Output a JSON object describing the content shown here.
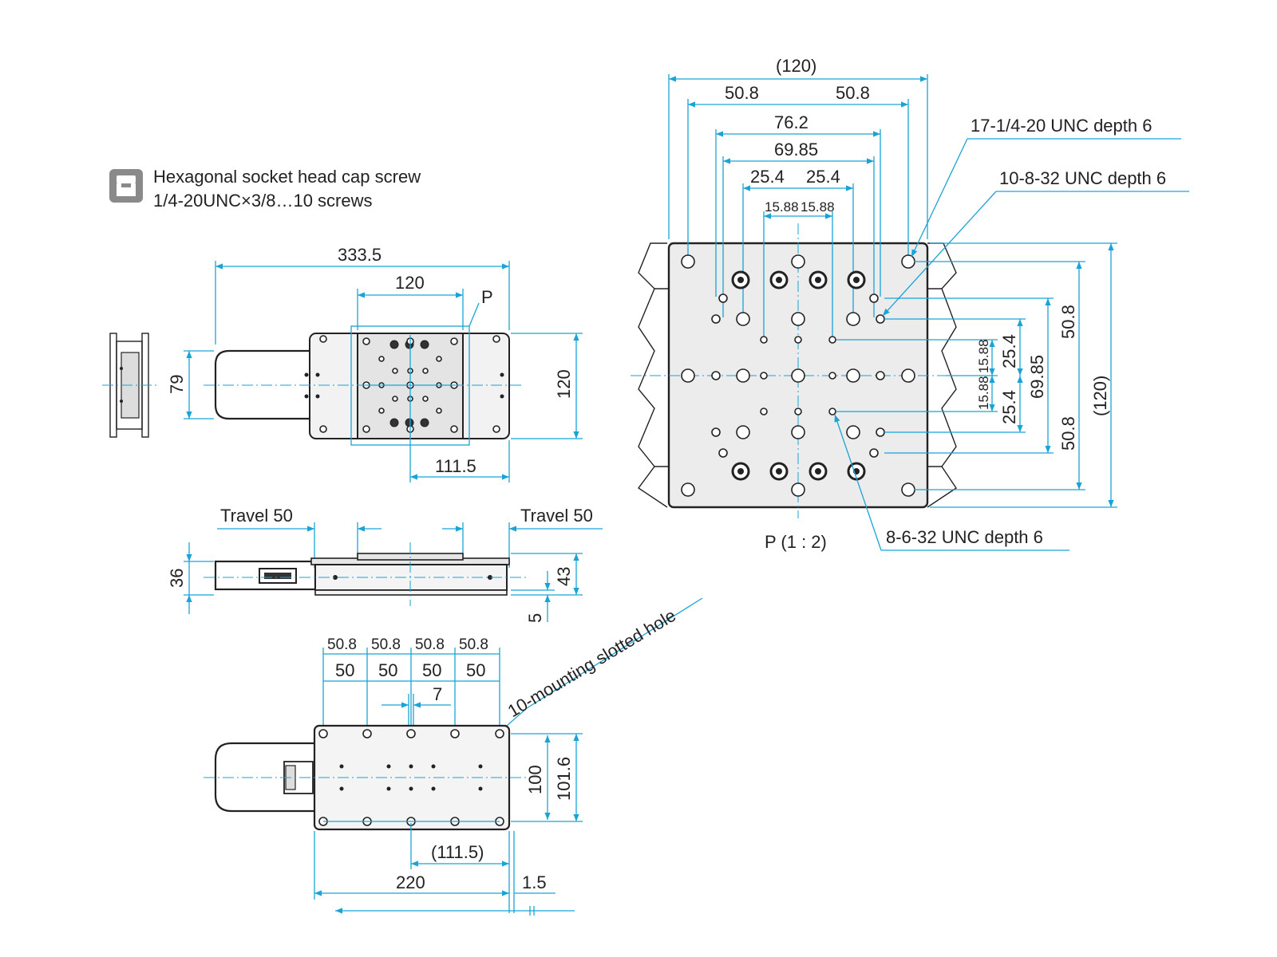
{
  "legend": {
    "icon": "hex-wrench-icon",
    "line1": "Hexagonal socket head cap screw",
    "line2": "1/4-20UNC×3/8…10 screws"
  },
  "top_view": {
    "width": "333.5",
    "table": "120",
    "p_label": "P",
    "height_left": "79",
    "height_right": "120",
    "offset": "111.5"
  },
  "side_view": {
    "travel_left": "Travel 50",
    "travel_right": "Travel 50",
    "height": "36",
    "height_total": "43",
    "base": "5"
  },
  "bottom_view": {
    "pitch_inch": [
      "50.8",
      "50.8",
      "50.8",
      "50.8"
    ],
    "pitch_mm": [
      "50",
      "50",
      "50",
      "50"
    ],
    "slot": "7",
    "slot_note": "10-mounting slotted hole",
    "height_a": "100",
    "height_b": "101.6",
    "offset": "(111.5)",
    "length": "220",
    "step": "1.5"
  },
  "detail_p": {
    "overall_w": "(120)",
    "half_left": "50.8",
    "half_right": "50.8",
    "d76": "76.2",
    "d69": "69.85",
    "d25l": "25.4",
    "d25r": "25.4",
    "d15l": "15.88",
    "d15r": "15.88",
    "note1": "17-1/4-20 UNC depth 6",
    "note2": "10-8-32 UNC depth 6",
    "note3": "8-6-32 UNC depth 6",
    "scale_label": "P (1 : 2)",
    "v508a": "50.8",
    "v508b": "50.8",
    "v254a": "25.4",
    "v254b": "25.4",
    "v6985": "69.85",
    "v120": "(120)",
    "v1588a": "15.88",
    "v1588b": "15.88"
  }
}
